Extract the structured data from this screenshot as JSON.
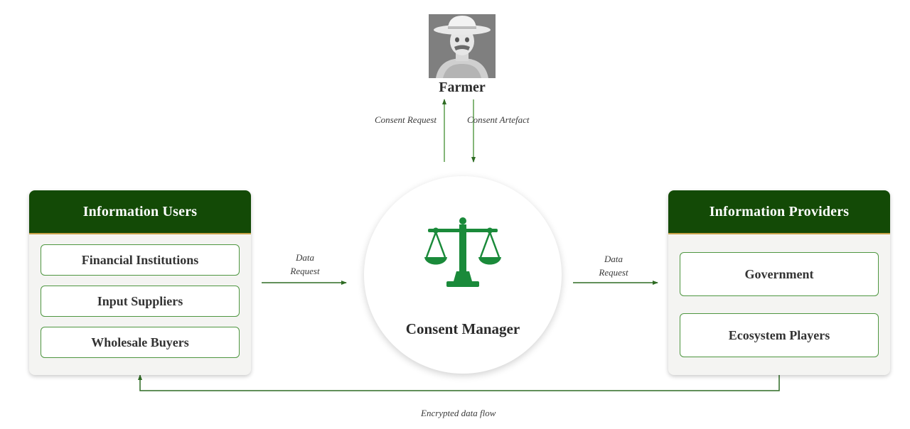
{
  "farmer": {
    "label": "Farmer"
  },
  "consent_request_label": "Consent Request",
  "consent_artefact_label": "Consent Artefact",
  "information_users": {
    "title": "Information Users",
    "items": [
      "Financial Institutions",
      "Input Suppliers",
      "Wholesale Buyers"
    ]
  },
  "information_providers": {
    "title": "Information Providers",
    "items": [
      "Government",
      "Ecosystem Players"
    ]
  },
  "consent_manager": {
    "label": "Consent Manager"
  },
  "data_request_left": {
    "line1": "Data",
    "line2": "Request"
  },
  "data_request_right": {
    "line1": "Data",
    "line2": "Request"
  },
  "encrypted_flow_label": "Encrypted data flow",
  "colors": {
    "header_green": "#134a06",
    "accent_green": "#1a8a3a",
    "border_green": "#4e9640",
    "arrow_green": "#2e6b23"
  }
}
